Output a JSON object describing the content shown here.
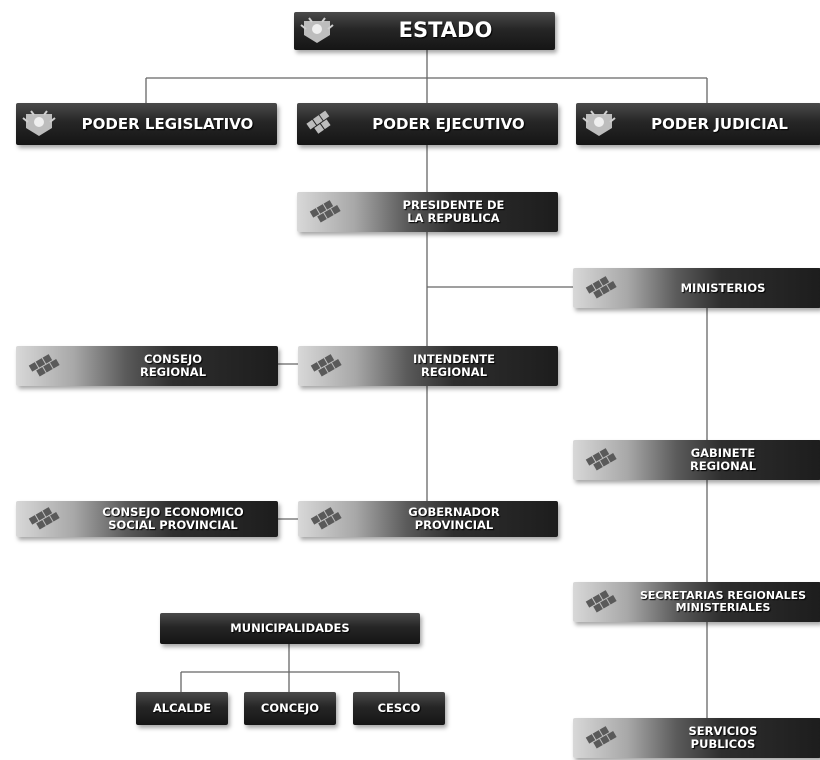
{
  "chart": {
    "estado": "ESTADO",
    "poder_legislativo": "PODER LEGISLATIVO",
    "poder_ejecutivo": "PODER EJECUTIVO",
    "poder_judicial": "PODER JUDICIAL",
    "presidente": [
      "PRESIDENTE DE",
      "LA REPUBLICA"
    ],
    "ministerios": "MINISTERIOS",
    "consejo_regional": [
      "CONSEJO",
      "REGIONAL"
    ],
    "intendente_regional": [
      "INTENDENTE",
      "REGIONAL"
    ],
    "gabinete_regional": [
      "GABINETE",
      "REGIONAL"
    ],
    "consejo_economico": [
      "CONSEJO ECONOMICO",
      "SOCIAL PROVINCIAL"
    ],
    "gobernador_provincial": [
      "GOBERNADOR",
      "PROVINCIAL"
    ],
    "secretarias": [
      "SECRETARIAS REGIONALES",
      "MINISTERIALES"
    ],
    "municipalidades": "MUNICIPALIDADES",
    "alcalde": "ALCALDE",
    "concejo": "CONCEJO",
    "cesco": "CESCO",
    "servicios_publicos": [
      "SERVICIOS",
      "PUBLICOS"
    ]
  },
  "icons": {
    "coat_of_arms": "coat-of-arms-icon",
    "government_logo": "government-logo-icon"
  },
  "colors": {
    "box_dark": "#1d1d1d",
    "line": "#555555",
    "text": "#ffffff"
  }
}
